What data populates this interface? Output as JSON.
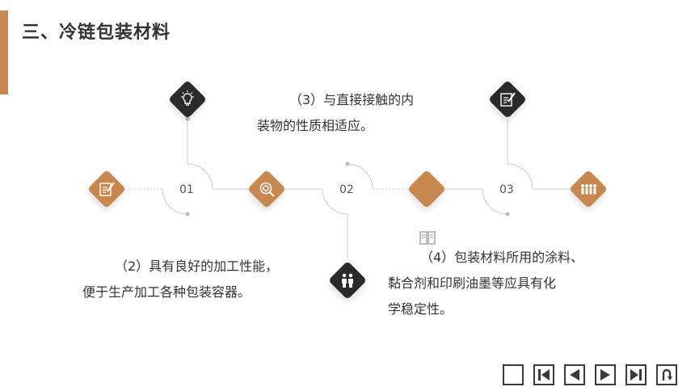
{
  "header": {
    "title": "三、冷链包装材料"
  },
  "steps": [
    {
      "num": "01"
    },
    {
      "num": "02"
    },
    {
      "num": "03"
    }
  ],
  "points": [
    {
      "lines": [
        "（3）与直接接触的内",
        "装物的性质相适应。"
      ]
    },
    {
      "lines": [
        "（2）具有良好的加工性能，",
        "便于生产加工各种包装容器。"
      ]
    },
    {
      "lines": [
        "（4）包装材料所用的涂料、",
        "黏合剂和印刷油墨等应具有化",
        "学稳定性。"
      ]
    }
  ],
  "icons": [
    "lightbulb-icon",
    "edit-icon",
    "edit-icon",
    "search-target-icon",
    "people-icon",
    "team-icon",
    "book-icon"
  ],
  "colors": {
    "accent": "#c8874f",
    "dark": "#2a2a2a",
    "line": "#cccccc"
  }
}
